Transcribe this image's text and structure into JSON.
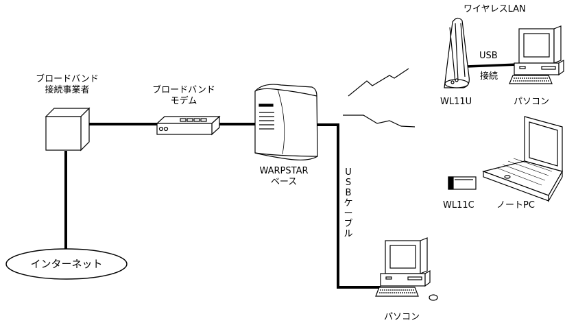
{
  "labels": {
    "provider": [
      "ブロードバンド",
      "接続事業者"
    ],
    "modem": [
      "ブロードバンド",
      "モデム"
    ],
    "base": [
      "WARPSTAR",
      "ベース"
    ],
    "internet": "インターネット",
    "wireless_lan": "ワイヤレスLAN",
    "usb": "USB",
    "connect": "接続",
    "wl11u": "WL11U",
    "pc_top": "パソコン",
    "wl11c": "WL11C",
    "notebook": "ノートPC",
    "usb_cable_vertical": [
      "U",
      "S",
      "B",
      "ケ",
      "ー",
      "ブ",
      "ル"
    ],
    "pc_bottom": "パソコン"
  },
  "icons": [
    "building-icon",
    "modem-icon",
    "warpstar-base-icon",
    "wl11u-adapter-icon",
    "desktop-pc-icon",
    "notebook-pc-icon",
    "pc-card-icon",
    "wireless-signal-icon"
  ]
}
